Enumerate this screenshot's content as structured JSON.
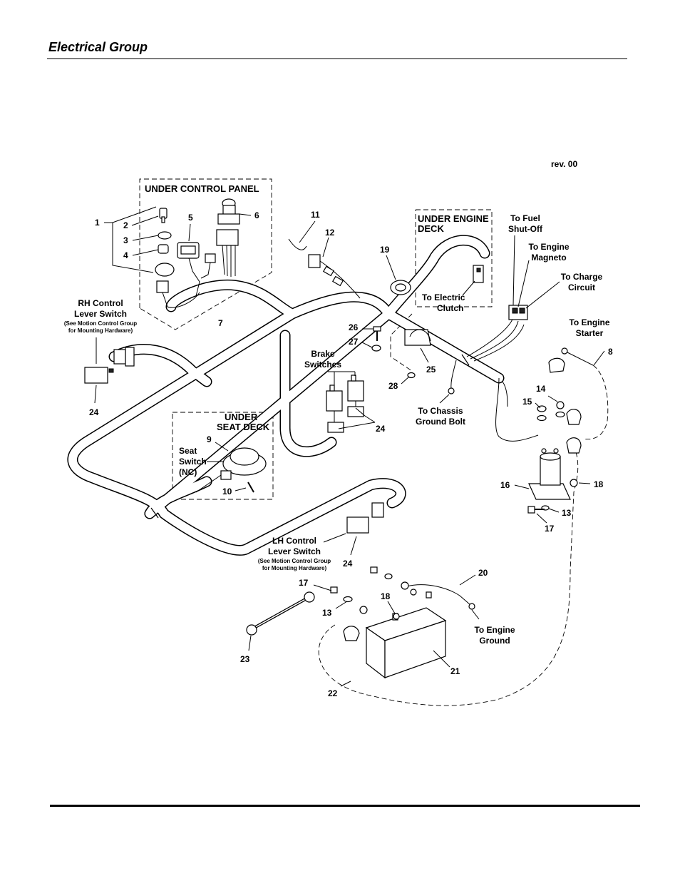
{
  "header": {
    "title": "Electrical Group"
  },
  "revision": "rev. 00",
  "regions": {
    "under_control_panel": "UNDER CONTROL PANEL",
    "under_engine_deck": [
      "UNDER ENGINE",
      "DECK"
    ],
    "under_seat_deck": [
      "UNDER",
      "SEAT DECK"
    ]
  },
  "callouts": {
    "c1": "1",
    "c2": "2",
    "c3": "3",
    "c4": "4",
    "c5": "5",
    "c6": "6",
    "c7": "7",
    "c8": "8",
    "c9": "9",
    "c10": "10",
    "c11": "11",
    "c12": "12",
    "c13a": "13",
    "c13b": "13",
    "c14": "14",
    "c15": "15",
    "c16": "16",
    "c17a": "17",
    "c17b": "17",
    "c18a": "18",
    "c18b": "18",
    "c19": "19",
    "c20": "20",
    "c21": "21",
    "c22": "22",
    "c23": "23",
    "c24a": "24",
    "c24b": "24",
    "c24c": "24",
    "c25": "25",
    "c26": "26",
    "c27": "27",
    "c28": "28"
  },
  "labels": {
    "rh_control": [
      "RH Control",
      "Lever Switch"
    ],
    "rh_note": [
      "(See Motion Control Group",
      "for Mounting Hardware)"
    ],
    "lh_control": [
      "LH Control",
      "Lever Switch"
    ],
    "lh_note": [
      "(See Motion Control Group",
      "for Mounting Hardware)"
    ],
    "brake": [
      "Brake",
      "Switches"
    ],
    "seat_switch": [
      "Seat",
      "Switch",
      "(NC)"
    ],
    "electric_clutch": [
      "To Electric",
      "Clutch"
    ],
    "chassis_ground": [
      "To Chassis",
      "Ground Bolt"
    ],
    "fuel_shutoff": [
      "To Fuel",
      "Shut-Off"
    ],
    "engine_magneto": [
      "To Engine",
      "Magneto"
    ],
    "charge_circuit": [
      "To Charge",
      "Circuit"
    ],
    "engine_starter": [
      "To Engine",
      "Starter"
    ],
    "engine_ground": [
      "To Engine",
      "Ground"
    ]
  }
}
